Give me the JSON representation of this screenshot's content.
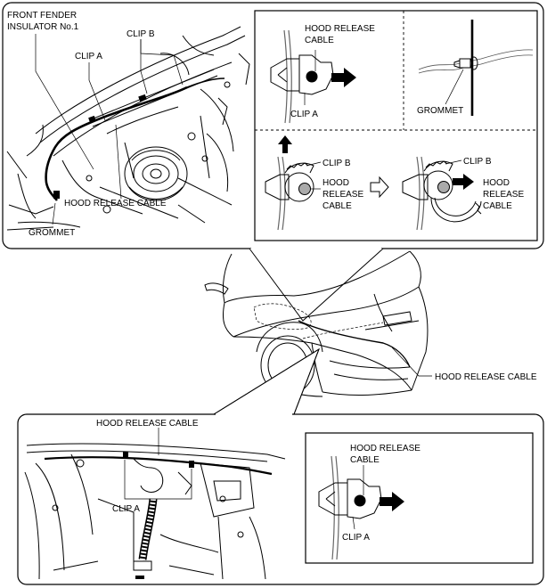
{
  "labels": {
    "front_fender_insulator_line1": "FRONT FENDER",
    "front_fender_insulator_line2": "INSULATOR No.1",
    "clip_b_top": "CLIP B",
    "clip_a_top": "CLIP A",
    "hood_release_cable_top": "HOOD RELEASE CABLE",
    "grommet_top": "GROMMET",
    "inset_a_cable_line1": "HOOD RELEASE",
    "inset_a_cable_line2": "CABLE",
    "inset_a_clip": "CLIP A",
    "inset_grommet": "GROMMET",
    "inset_b1_clip": "CLIP B",
    "inset_b1_cable_line1": "HOOD",
    "inset_b1_cable_line2": "RELEASE",
    "inset_b1_cable_line3": "CABLE",
    "inset_b2_clip": "CLIP B",
    "inset_b2_cable_line1": "HOOD",
    "inset_b2_cable_line2": "RELEASE",
    "inset_b2_cable_line3": "CABLE",
    "car_hood_release_cable": "HOOD RELEASE CABLE",
    "bottom_hood_release_cable": "HOOD RELEASE CABLE",
    "bottom_clip_a": "CLIP A",
    "bottom_inset_cable_line1": "HOOD RELEASE",
    "bottom_inset_cable_line2": "CABLE",
    "bottom_inset_clip": "CLIP A"
  }
}
